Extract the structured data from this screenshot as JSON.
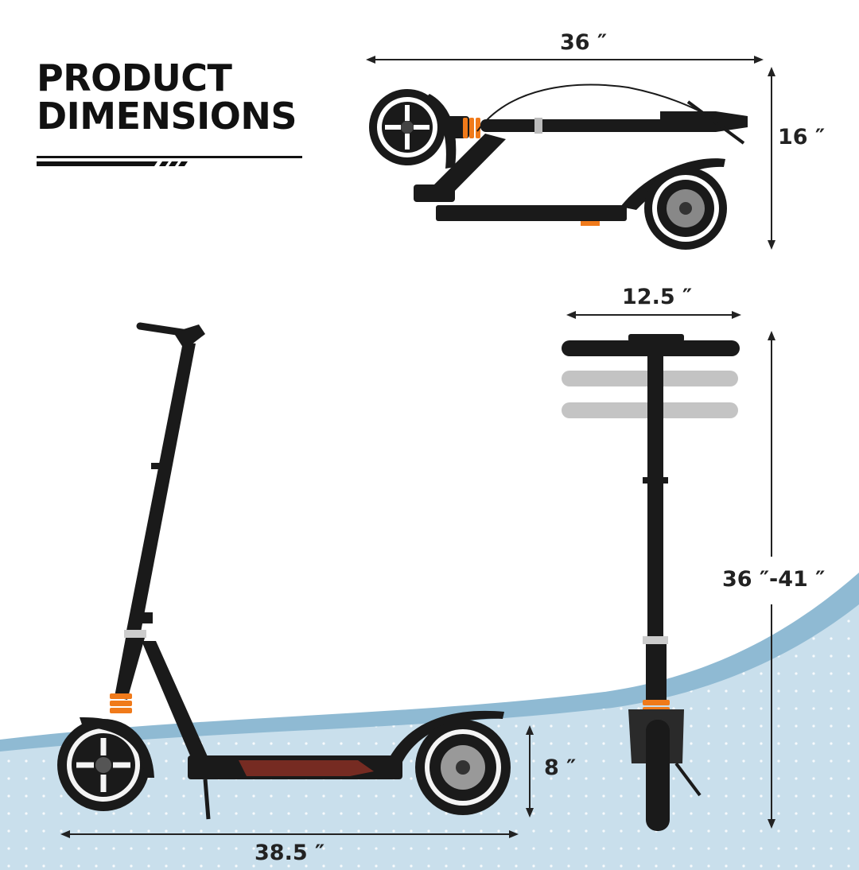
{
  "title": {
    "line1": "PRODUCT",
    "line2": "DIMENSIONS"
  },
  "dimensions": {
    "folded_length": "36 ″",
    "folded_height": "16 ″",
    "handlebar_width": "12.5 ″",
    "height_range": "36 ″-41 ″",
    "deck_height": "8 ″",
    "total_length": "38.5 ″"
  },
  "colors": {
    "wave_dark": "#8fbad3",
    "wave_light": "#c9dfec",
    "frame": "#1a1a1a",
    "spring": "#f07a1a",
    "text": "#222222"
  }
}
